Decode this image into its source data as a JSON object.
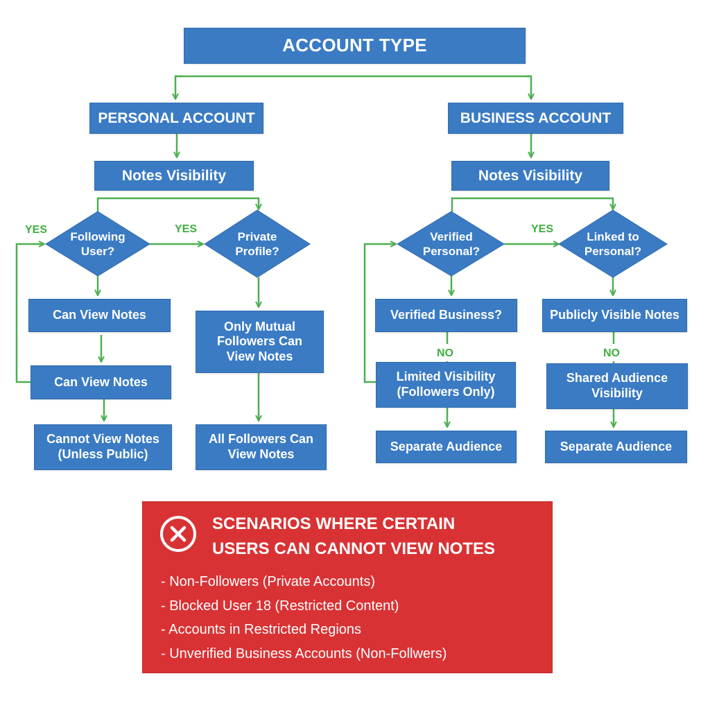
{
  "colors": {
    "node_fill": "#3a7bc4",
    "connector": "#4caf50",
    "edge_label": "#3fae3f",
    "alert_fill": "#d93234",
    "text_on_fill": "#ffffff"
  },
  "diagram": {
    "title": "ACCOUNT TYPE",
    "personal": {
      "header": "PERSONAL ACCOUNT",
      "visibility": "Notes Visibility",
      "decision_following": "Following\nUser?",
      "decision_private": "Private\nProfile?",
      "edge_yes_left": "YES",
      "edge_yes_middle": "YES",
      "can_view_1": "Can View Notes",
      "can_view_2": "Can View Notes",
      "cannot_view": "Cannot View Notes\n(Unless Public)",
      "mutual_only": "Only Mutual\nFollowers Can\nView Notes",
      "all_followers": "All Followers Can\nView Notes"
    },
    "business": {
      "header": "BUSINESS ACCOUNT",
      "visibility": "Notes Visibility",
      "decision_verified": "Verified\nPersonal?",
      "decision_linked": "Linked to\nPersonal?",
      "edge_yes": "YES",
      "edge_no_left": "NO",
      "edge_no_right": "NO",
      "verified_business": "Verified Business?",
      "publicly_visible": "Publicly Visible Notes",
      "limited_visibility": "Limited Visibility\n(Followers Only)",
      "shared_audience": "Shared Audience\nVisibility",
      "separate_left": "Separate Audience",
      "separate_right": "Separate Audience"
    }
  },
  "alert": {
    "icon": "circle-x-icon",
    "title": "SCENARIOS WHERE CERTAIN\nUSERS CAN CANNOT VIEW NOTES",
    "items": [
      "- Non-Followers (Private Accounts)",
      "- Blocked User 18 (Restricted Content)",
      "- Accounts in Restricted Regions",
      "- Unverified Business Accounts (Non-Follwers)"
    ]
  }
}
